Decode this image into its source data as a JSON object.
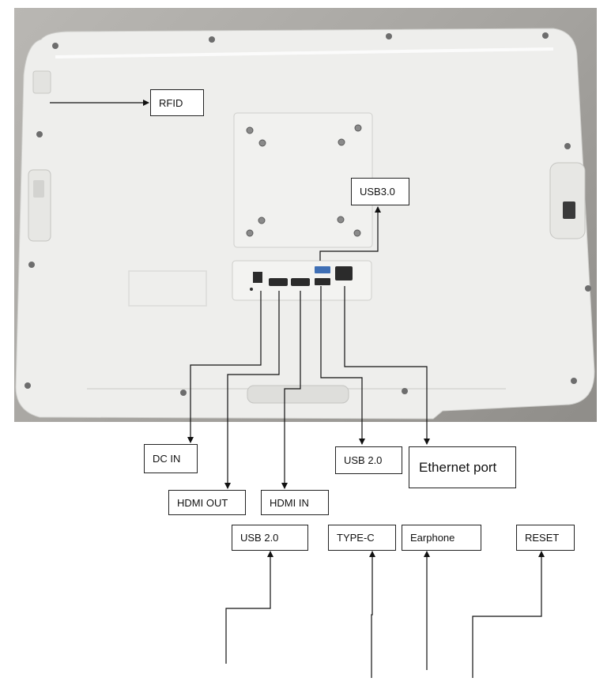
{
  "labels": {
    "rfid": "RFID",
    "usb30": "USB3.0",
    "dc_in": "DC IN",
    "hdmi_out": "HDMI OUT",
    "hdmi_in": "HDMI IN",
    "usb20_rear": "USB 2.0",
    "ethernet": "Ethernet port",
    "usb20_bottom": "USB 2.0",
    "type_c": "TYPE-C",
    "earphone": "Earphone",
    "reset": "RESET"
  },
  "colors": {
    "device_shell": "#eeeeec",
    "port_panel": "#f3f3f1",
    "port_dark": "#2b2b2b",
    "usb3_blue": "#3f6fb5",
    "leader_line": "#111111"
  }
}
